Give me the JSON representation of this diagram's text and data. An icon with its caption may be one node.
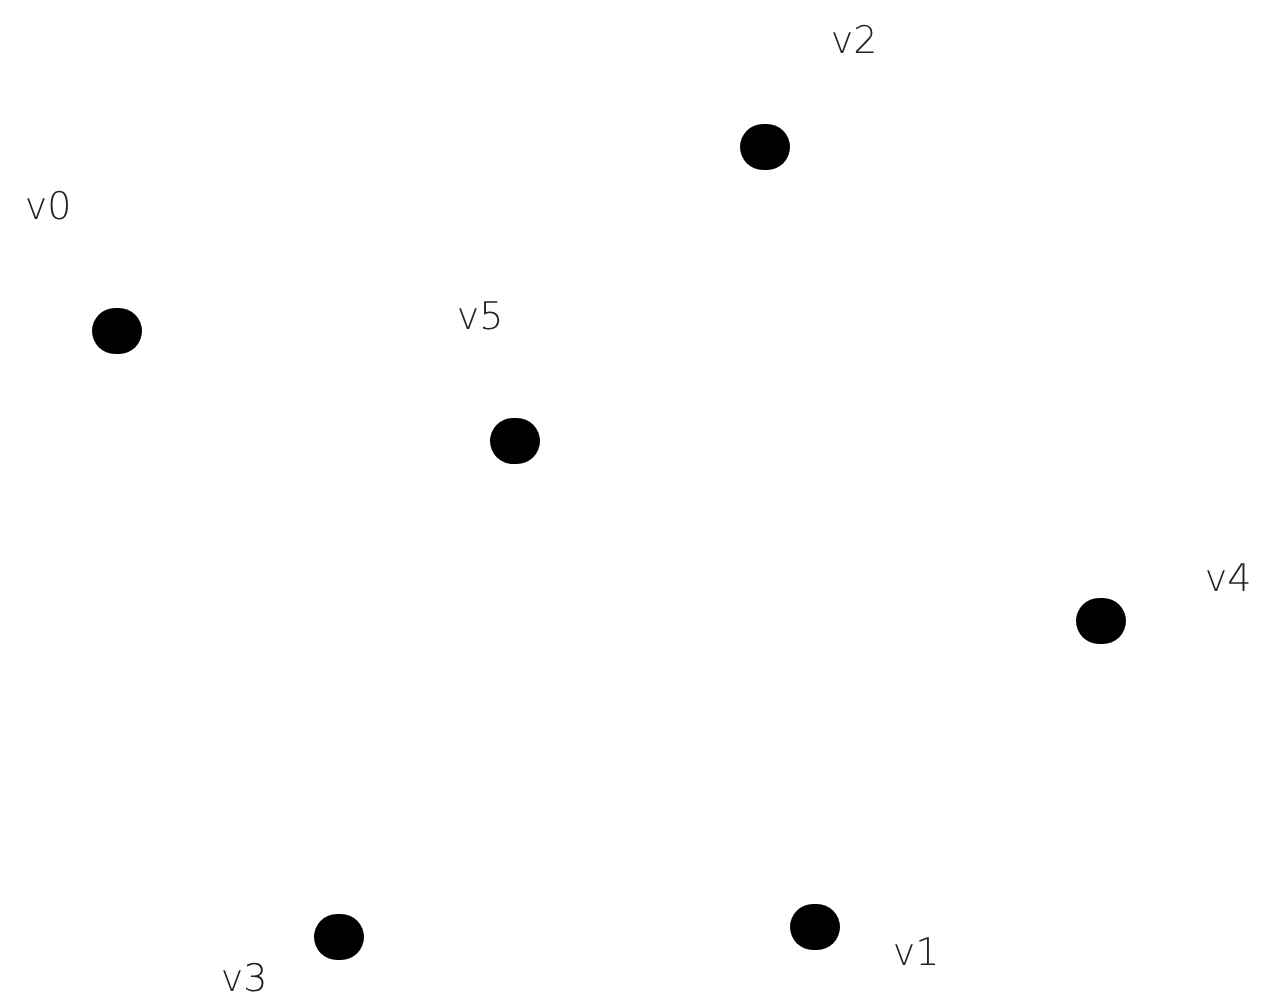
{
  "diagram": {
    "nodes": [
      {
        "text": [],
        "shape": "circle",
        "beside": [
          "v2"
        ]
      },
      {
        "text": [],
        "shape": "circle",
        "beside": [
          "v0"
        ]
      },
      {
        "text": [],
        "shape": "circle",
        "beside": [
          "v5"
        ]
      },
      {
        "text": [],
        "shape": "circle",
        "beside": [
          "v4"
        ]
      },
      {
        "text": [],
        "shape": "circle",
        "beside": [
          "v3"
        ]
      },
      {
        "text": [],
        "shape": "circle",
        "beside": [
          "v1"
        ]
      }
    ]
  }
}
